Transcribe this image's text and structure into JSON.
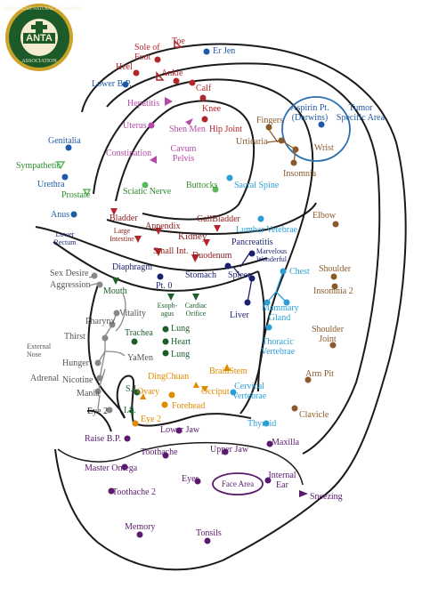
{
  "logo": {
    "ring_top": "AUSTRALIAN NATURAL THERAPISTS",
    "ring_bottom": "ASSOCIATION",
    "center": "ANTA"
  },
  "colors": {
    "outline": "#1a1a1a",
    "red": "#b3262b",
    "magenta": "#b44aa6",
    "blue": "#1f5aa6",
    "brown": "#8b5a2b",
    "green": "#5cb85c",
    "dark_green": "#1b5e2a",
    "navy": "#1a1f6e",
    "cyan": "#2a9fd6",
    "orange": "#e08a00",
    "purple": "#5a1a6e",
    "gray": "#888888",
    "logo_green": "#1d5a2a",
    "logo_gold": "#c9a227"
  },
  "points": {
    "sole_of_foot": "Sole of Foot",
    "toe": "Toe",
    "er_jen": "Er Jen",
    "heel": "Heel",
    "ankle": "Ankle",
    "lower_bp": "Lower B.P.",
    "calf": "Calf",
    "hepatitis": "Hepatitis",
    "knee": "Knee",
    "uterus": "Uterus",
    "shen_men": "Shen Men",
    "hip_joint": "Hip Joint",
    "fingers": "Fingers",
    "aspirin_pt": "Aspirin Pt. (Darwins)",
    "tumor_specific": "Tumor Specific Area",
    "genitalia": "Genitalia",
    "urticaria": "Urticaria",
    "wrist": "Wrist",
    "constipation": "Constipation",
    "cavum_pelvis": "Cavum Pelvis",
    "insomnia": "Insomnia",
    "sympathetic": "Sympathetic",
    "urethra": "Urethra",
    "prostate": "Prostate",
    "sciatic_nerve": "Sciatic Nerve",
    "buttocks": "Buttocks",
    "sacral_spine": "Sacral Spine",
    "anus": "Anus",
    "bladder": "Bladder",
    "appendix": "Appendix",
    "gallbladder": "GallBladder",
    "lumbar_vertebrae": "Lumbar Vetebrae",
    "elbow": "Elbow",
    "lower_rectum": "Lower Rectum",
    "large_intestine": "Large Intestine",
    "kidney": "Kidney",
    "pancreatitis": "Pancreatitis",
    "small_int": "Small Int.",
    "duodenum": "Duodenum",
    "marvelous_wonderful": "Marvelous Wonderful",
    "sex_desire": "Sex Desire",
    "diaphragm": "Diaphragm",
    "stomach": "Stomach",
    "spleen": "Spleen",
    "chest": "Chest",
    "shoulder": "Shoulder",
    "aggression": "Aggression",
    "pt0": "Pt. 0",
    "insomnia2": "Insomnia 2",
    "mouth": "Mouth",
    "esophagus": "Esoph- agus",
    "cardiac_orifice": "Cardiac Orifice",
    "liver": "Liver",
    "mammary_gland": "Mammary Gland",
    "vitality": "Vitality",
    "pharynx": "Pharynx",
    "shoulder_joint": "Shoulder Joint",
    "trachea": "Trachea",
    "lung": "Lung",
    "heart": "Heart",
    "lung2": "Lung",
    "thirst": "Thirst",
    "external_nose": "External Nose",
    "thoracic_vertebrae": "Thoracic Vertebrae",
    "yamen": "YaMen",
    "hunger": "Hunger",
    "arm_pit": "Arm Pit",
    "adrenal": "Adrenal",
    "nicotine": "Nicotine",
    "brainstem": "BrainStem",
    "ding_chuan": "DingChuan",
    "sj": "S.J.",
    "ovary": "Ovary",
    "occiput": "Occiput",
    "cervical_vertebrae": "Cervical Vertebrae",
    "mania": "Mania",
    "forehead": "Forehead",
    "eye2_left": "Eye 2",
    "is": "I.S.",
    "eye2": "Eye 2",
    "thyroid": "Thyroid",
    "clavicle": "Clavicle",
    "lower_jaw": "Lower Jaw",
    "raise_bp": "Raise B.P.",
    "maxilla": "Maxilla",
    "toothache": "Toothache",
    "upper_jaw": "Upper Jaw",
    "master_omega": "Master Omega",
    "eyes": "Eyes",
    "face_area": "Face Area",
    "internal_ear": "Internal Ear",
    "toothache2": "Toothache 2",
    "sneezing": "Sneezing",
    "memory": "Memory",
    "tonsils": "Tonsils"
  }
}
